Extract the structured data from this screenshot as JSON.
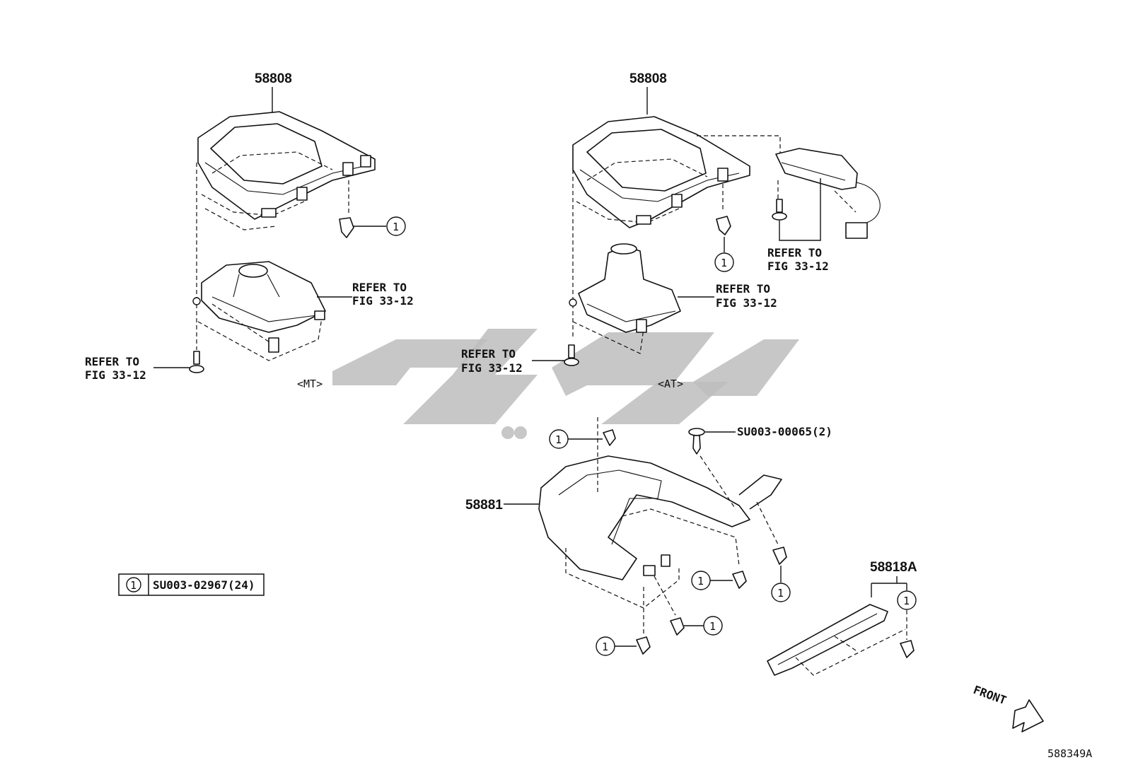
{
  "diagram_id": "588349A",
  "legend": {
    "marker": "1",
    "part_number": "SU003-02967(24)"
  },
  "labels": {
    "mt_bezel_part": "58808",
    "at_bezel_part": "58808",
    "panel_part": "58881",
    "bracket_part": "58818A",
    "screw_part": "SU003-00065(2)",
    "refer_line1": "REFER TO",
    "refer_line2": "FIG 33-12",
    "mt_variant": "<MT>",
    "at_variant": "<AT>",
    "front": "FRONT",
    "clip_marker": "1"
  }
}
